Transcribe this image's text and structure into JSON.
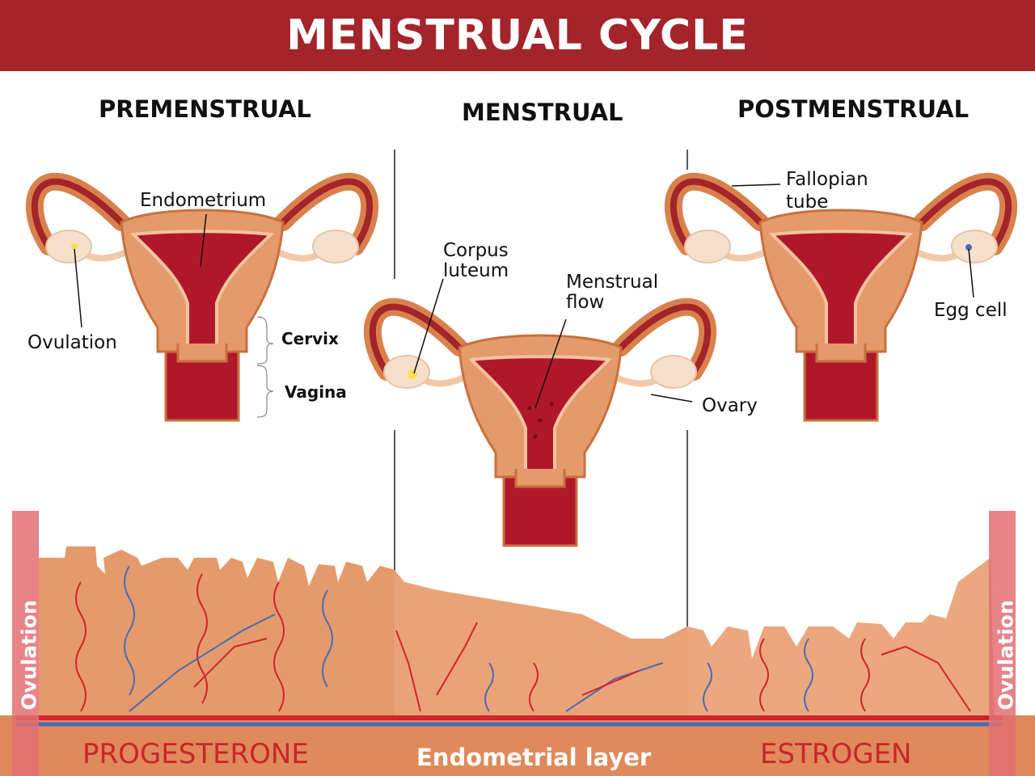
{
  "title": "MENSTRUAL CYCLE",
  "phases": {
    "premenstrual": "PREMENSTRUAL",
    "menstrual": "MENSTRUAL",
    "postmenstrual": "POSTMENSTRUAL"
  },
  "labels": {
    "endometrium": "Endometrium",
    "ovulation": "Ovulation",
    "cervix": "Cervix",
    "vagina": "Vagina",
    "corpus_luteum_1": "Corpus",
    "corpus_luteum_2": "luteum",
    "menstrual_flow_1": "Menstrual",
    "menstrual_flow_2": "flow",
    "ovary": "Ovary",
    "fallopian_tube_1": "Fallopian",
    "fallopian_tube_2": "tube",
    "egg_cell": "Egg cell"
  },
  "bottom": {
    "progesterone": "PROGESTERONE",
    "endometrial_layer": "Endometrial layer",
    "estrogen": "ESTROGEN",
    "ovulation_left": "Ovulation",
    "ovulation_right": "Ovulation"
  },
  "colors": {
    "banner": "#a3242a",
    "tissue": "#e49a6a",
    "tissue_dark": "#c9703f",
    "lining": "#b0182a",
    "artery": "#d3232a",
    "vein": "#4a6bb5"
  }
}
